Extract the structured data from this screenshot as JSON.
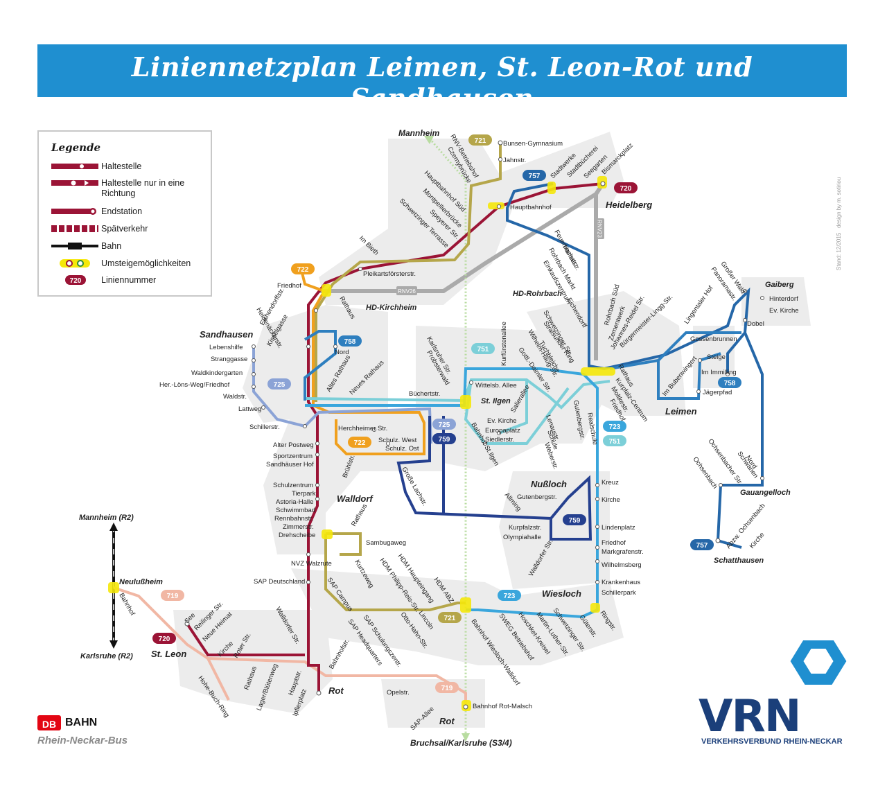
{
  "title": "Liniennetzplan Leimen, St. Leon-Rot und Sandhausen",
  "stand": "Stand: 12/2015",
  "design_note": "design by m. sotiriou",
  "legend": {
    "title": "Legende",
    "items": [
      {
        "label": "Haltestelle",
        "symbol": "stop"
      },
      {
        "label": "Haltestelle nur in eine Richtung",
        "symbol": "one-way-stop"
      },
      {
        "label": "Endstation",
        "symbol": "terminus"
      },
      {
        "label": "Spätverkehr",
        "symbol": "late-service"
      },
      {
        "label": "Bahn",
        "symbol": "rail"
      },
      {
        "label": "Umsteigemöglichkeiten",
        "symbol": "interchange"
      },
      {
        "label": "Liniennummer",
        "symbol": "line-badge",
        "badge": "720"
      }
    ]
  },
  "colors": {
    "banner": "#1f8fd0",
    "line_720": "#9b1436",
    "line_721": "#b5a64a",
    "line_722": "#f0a01e",
    "line_723": "#3aa6dc",
    "line_725": "#8ba3d6",
    "line_751": "#7ccfd8",
    "line_757": "#2567a8",
    "line_758": "#2e7fbf",
    "line_759": "#25408f",
    "line_719": "#f1b7a4",
    "rnv": "#aaaaaa",
    "rail": "#1a1a1a"
  },
  "lines": [
    {
      "number": "720",
      "color": "#9b1436"
    },
    {
      "number": "721",
      "color": "#b5a64a"
    },
    {
      "number": "722",
      "color": "#f0a01e"
    },
    {
      "number": "723",
      "color": "#3aa6dc"
    },
    {
      "number": "725",
      "color": "#8ba3d6"
    },
    {
      "number": "751",
      "color": "#7ccfd8"
    },
    {
      "number": "757",
      "color": "#2567a8"
    },
    {
      "number": "758",
      "color": "#2e7fbf"
    },
    {
      "number": "759",
      "color": "#25408f"
    },
    {
      "number": "719",
      "color": "#f1b7a4"
    },
    {
      "number": "RNV26",
      "color": "#aaaaaa"
    },
    {
      "number": "RNV23",
      "color": "#aaaaaa"
    }
  ],
  "places": {
    "heidelberg": "Heidelberg",
    "hd_kirchheim": "HD-Kirchheim",
    "hd_rohrbach": "HD-Rohrbach",
    "sandhausen": "Sandhausen",
    "walldorf": "Walldorf",
    "st_ilgen": "St. Ilgen",
    "leimen": "Leimen",
    "gaiberg": "Gaiberg",
    "gauangelloch": "Gauangelloch",
    "schatthausen": "Schatthausen",
    "nussloch": "Nußloch",
    "wiesloch": "Wiesloch",
    "st_leon": "St. Leon",
    "rot": "Rot",
    "rot2": "Rot",
    "mannheim_top": "Mannheim",
    "bruchsal": "Bruchsal/Karlsruhe (S3/4)",
    "mannheim_r2": "Mannheim (R2)",
    "karlsruhe_r2": "Karlsruhe (R2)",
    "neulussheim": "Neulußheim"
  },
  "stops": {
    "bunsen": "Bunsen-Gymnasium",
    "jahnstr": "Jahnstr.",
    "rnv_betriebshof": "RNV-Betriebshof",
    "czernybruecke": "Czernybrücke",
    "stadtwerke": "Stadtwerke",
    "stadtbuecherei": "Stadtbücherei",
    "seegarten": "Seegarten",
    "bismarckplatz": "Bismarckplatz",
    "hauptbahnhof": "Hauptbahnhof",
    "hbf_sued": "Hauptbahnhof Süd",
    "montpellier": "Montpellierbrücke",
    "speyerer": "Speyerer Str.",
    "schwetzinger_terrasse": "Schwetzinger Terrasse",
    "im_bieth": "Im Bieth",
    "pleikarts": "Pleikartsförsterstr.",
    "friedhof_kh": "Friedhof",
    "rathaus_kh": "Rathaus",
    "feuerbach": "Feuerbachstr.",
    "hans": "Hansestr.",
    "rohrbach_markt": "Rohrbach Markt",
    "einkaufszentrum": "Einkaufszentrum",
    "eichendorff_hd": "Eichendorff",
    "rohrbach_sued": "Rohrbach Süd",
    "zementwerk": "Zementwerk",
    "johannes_reidel": "Johannes-Reidel Str.",
    "buergermeister": "Bürgermeister-Lingg-Str.",
    "lingental": "Lingentaler Hof",
    "grosser_wald": "Großer Wald",
    "panorama": "Panoramastr.",
    "hinterdorf": "Hinterdorf",
    "ev_kirche_g": "Ev. Kirche",
    "dobel": "Dobel",
    "gossenbrunnen": "Gossenbrunnen",
    "steige": "Steige",
    "mmilling": "Im Immilling",
    "jaegerpfad": "Jägerpfad",
    "bubenwingert": "Im Bubenwingert",
    "rathaus_leimen": "Rathaus",
    "kurpfalz_centrum": "Kurpfalz-Centrum",
    "moltkestr": "Moltkestr.",
    "friedhof_leimen": "Friedhof",
    "schwetzinger_str": "Schwetzinger Str.",
    "wilhelm_haug": "Wilhelm-Haug-Str.",
    "tuchbleiche": "Tuchbleiche",
    "gottl_daimler": "Gottl.-Daimler Str.",
    "strassunder": "Stralsunder Ring",
    "gutenbergstr_l": "Gutenbergstr.",
    "realschule": "Realschule",
    "lenaustr": "Lenaustr.",
    "schule": "Schule",
    "weberstr": "Weberstr.",
    "lebenshilfe": "Lebenshilfe",
    "stranggasse": "Stranggasse",
    "waldkindergarten": "Waldkindergarten",
    "loens": "Her.-Löns-Weg/Friedhof",
    "waldstr": "Waldstr.",
    "lattweg": "Lattweg",
    "schillerstr": "Schillerstr.",
    "heidenacker": "Heidenäckerstr.",
    "eichendorffstr": "Eichendorffstr.",
    "kisselgasse": "Kisselgasse",
    "altes_rathaus": "Altes Rathaus",
    "neues_rathaus": "Neues Rathaus",
    "nord": "Nord",
    "buechertstr": "Büchertstr.",
    "karlsruher_str": "Karlsruher Str.",
    "probsterwald": "Probsterwald",
    "kurfuerstenallee": "Kurfürstenallee",
    "wittelsb": "Wittelsb. Allee",
    "salierallee": "Salierallee",
    "ev_kirche_si": "Ev. Kirche",
    "europaplatz": "Europaplatz",
    "siedlerstr": "Siedlerstr.",
    "bhf_st_ilgen": "Bahnhof St.Ilgen",
    "herchheimer": "Herchheimer Str.",
    "alter_postweg": "Alter Postweg",
    "sportzentrum": "Sportzentrum",
    "sandhaeuser_hof": "Sandhäuser Hof",
    "schulz_west": "Schulz. West",
    "schulz_ost": "Schulz. Ost",
    "bruehlstr": "Brühlstr.",
    "grosse_lachstr": "Große Lachstr.",
    "schulzentrum": "Schulzentrum",
    "tierpark": "Tierpark",
    "astoria": "Astoria-Halle",
    "schwimmbad": "Schwimmbad",
    "rennbahnstr": "Rennbahnstr.",
    "zimmerstr": "Zimmerstr.",
    "drehscheibe": "Drehscheibe",
    "rathaus_wd": "Rathaus",
    "sambugaweg": "Sambugaweg",
    "nvz_walzrute": "NVZ Walzrute",
    "kurtzeweg": "Kurtzeweg",
    "sap_deutschland": "SAP Deutschland",
    "sap_campus": "SAP Campus",
    "hdm_haupt": "HDM Haupteingang",
    "hdm_philipp": "HDM Philipp-Reis-Str.",
    "hdm_abz": "HDM ABZ",
    "sap_schulung": "SAP Schulungszentr.",
    "sap_hq": "SAP Headquarters",
    "otto_hahn": "Otto-Hahn-Str.",
    "lincoln": "Lincoln",
    "bhf_wiesloch": "Bahnhof Wiesloch-Walldorf",
    "sweg": "SWEG Betriebshof",
    "hoschket": "Hoschket-Kreisel",
    "martin_luther": "Martin-Luther-Str.",
    "schwetzinger_w": "Schwetzinger Str.",
    "gueterstr": "Güterstr.",
    "ringstr": "Ringstr.",
    "kreuz": "Kreuz",
    "kirche_n": "Kirche",
    "gutenbergstr_n": "Gutenbergstr.",
    "allming": "Allming",
    "lindenplatz": "Lindenplatz",
    "kurpfalzstr": "Kurpfalzstr.",
    "olympiahalle": "Olympiahalle",
    "friedhof_w": "Friedhof",
    "markgrafenstr": "Markgrafenstr.",
    "wilhelmsberg": "Wilhelmsberg",
    "krankenhaus": "Krankenhaus",
    "schillerpark": "Schillerpark",
    "walldorfer_str_n": "Walldorfer Str.",
    "nord_g": "Nord",
    "schwanen": "Schwanen",
    "ochsenbacher": "Ochsenbacher Str.",
    "ochsenbach": "Ochsenbach",
    "abzw_ochsenbach": "Abzw. Ochsenbach",
    "kirche_s": "Kirche",
    "see": "See",
    "reilinger": "Reilinger Str.",
    "neue_heimat": "Neue Heimat",
    "kirche_sl": "Kirche",
    "roter_str": "Roter Str.",
    "walldorfer_str_sl": "Walldorfer Str.",
    "rathaus_sl": "Rathaus",
    "lagerbluetenweg": "Lager/Blütenweg",
    "hauptstr": "Hauptstr.",
    "ipflerplatz": "Ipflerplatz",
    "bahnhofstr": "Bahnhofstr.",
    "hohe_buch": "Hohe-Buch-Ring",
    "opelstr": "Opelstr.",
    "sap_allee": "SAP-Allee",
    "bhf_rot_malsch": "Bahnhof Rot-Malsch",
    "neulussheim_bhf": "Bahnhof"
  },
  "logos": {
    "db_mark": "DB",
    "db_word": "BAHN",
    "db_sub": "Rhein-Neckar-Bus",
    "vrn": "VRN",
    "vrn_sub": "VERKEHRSVERBUND RHEIN-NECKAR"
  }
}
